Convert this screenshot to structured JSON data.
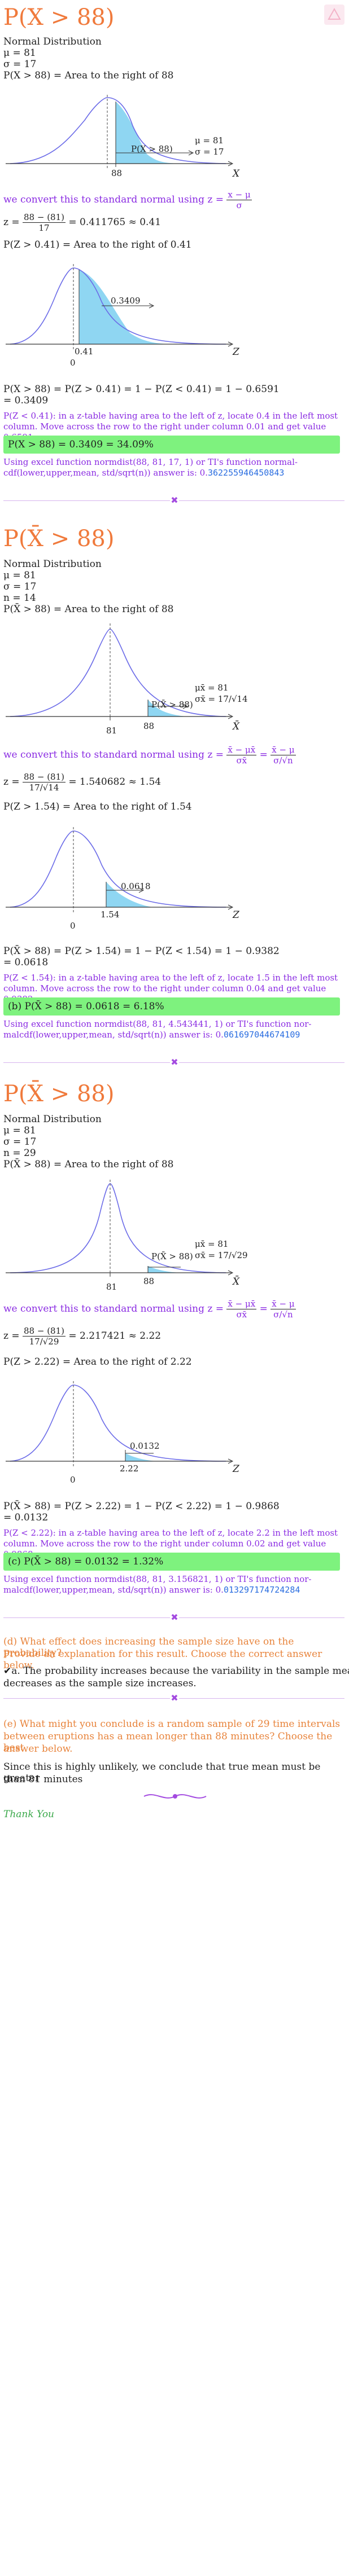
{
  "part_a": {
    "title": "P(X > 88)",
    "dist_label": "Normal Distribution",
    "mu": "μ = 81",
    "sigma": "σ = 17",
    "stmt1": "P(X > 88) = Area to the right of 88",
    "graph1": {
      "shade_label": "P(X > 88)",
      "mu": "μ = 81",
      "sigma": "σ = 17",
      "tick": "88",
      "axis": "X"
    },
    "convert": "we convert this to standard normal using z =",
    "convert_num": "x − μ",
    "convert_den": "σ",
    "z_lhs": "z =",
    "z_num": "88 − (81)",
    "z_den": "17",
    "z_rhs": "= 0.411765 ≈ 0.41",
    "stmt2": "P(Z > 0.41) = Area to the right of 0.41",
    "graph2": {
      "shade_label": "0.3409",
      "tick": "0.41",
      "zero": "0",
      "axis": "Z"
    },
    "calc1": "P(X > 88) = P(Z > 0.41) = 1 − P(Z < 0.41) = 1 − 0.6591",
    "calc2": "= 0.3409",
    "note": "P(Z < 0.41): in a z-table having area to the left of z, locate 0.4 in the left most column. Move across the row to the right under column 0.01 and get value 0.6591",
    "answer": "P(X > 88) = 0.3409 = 34.09%",
    "excel1": "Using excel function normdist(88, 81, 17, 1) or TI's function normal-",
    "excel2": "cdf(lower,upper,mean, std/sqrt(n)) answer is: 0.",
    "excel_val": "362255946450843"
  },
  "part_b": {
    "title": "P(X̄ > 88)",
    "dist_label": "Normal Distribution",
    "mu": "μ = 81",
    "sigma": "σ = 17",
    "n": "n = 14",
    "stmt1": "P(X̄ > 88) = Area to the right of 88",
    "graph1": {
      "shade_label": "P(X̄ > 88)",
      "mu": "μx̄ = 81",
      "sigma": "σx̄ = 17/√14",
      "tick_mu": "81",
      "tick": "88",
      "axis": "X̄"
    },
    "convert": "we convert this to standard normal using z =",
    "convert_num1": "x̄ − μx̄",
    "convert_den1": "σx̄",
    "convert_num2": "x̄ − μ",
    "convert_den2": "σ/√n",
    "z_lhs": "z =",
    "z_num": "88 − (81)",
    "z_den": "17/√14",
    "z_rhs": "= 1.540682 ≈ 1.54",
    "stmt2": "P(Z > 1.54) = Area to the right of 1.54",
    "graph2": {
      "shade_label": "0.0618",
      "tick": "1.54",
      "zero": "0",
      "axis": "Z"
    },
    "calc1": "P(X̄ > 88) = P(Z > 1.54) = 1 − P(Z < 1.54) = 1 − 0.9382",
    "calc2": "= 0.0618",
    "note": "P(Z < 1.54): in a z-table having area to the left of z, locate 1.5 in the left most column. Move across the row to the right under column 0.04 and get value 0.9382",
    "answer": "(b) P(X̄ > 88) = 0.0618 = 6.18%",
    "excel1": "Using excel function normdist(88, 81, 4.543441, 1) or TI's function nor-",
    "excel2": "malcdf(lower,upper,mean, std/sqrt(n)) answer is: 0.",
    "excel_val": "061697044674109"
  },
  "part_c": {
    "title": "P(X̄ > 88)",
    "dist_label": "Normal Distribution",
    "mu": "μ = 81",
    "sigma": "σ = 17",
    "n": "n = 29",
    "stmt1": "P(X̄ > 88) = Area to the right of 88",
    "graph1": {
      "shade_label": "P(X̄ > 88)",
      "mu": "μx̄ = 81",
      "sigma": "σx̄ = 17/√29",
      "tick_mu": "81",
      "tick": "88",
      "axis": "X̄"
    },
    "convert": "we convert this to standard normal using z =",
    "convert_num1": "x̄ − μx̄",
    "convert_den1": "σx̄",
    "convert_num2": "x̄ − μ",
    "convert_den2": "σ/√n",
    "z_lhs": "z =",
    "z_num": "88 − (81)",
    "z_den": "17/√29",
    "z_rhs": "= 2.217421 ≈ 2.22",
    "stmt2": "P(Z > 2.22) = Area to the right of 2.22",
    "graph2": {
      "shade_label": "0.0132",
      "tick": "2.22",
      "zero": "0",
      "axis": "Z"
    },
    "calc1": "P(X̄ > 88) = P(Z > 2.22) = 1 − P(Z < 2.22) = 1 − 0.9868",
    "calc2": "= 0.0132",
    "note": "P(Z < 2.22): in a z-table having area to the left of z, locate 2.2 in the left most column. Move across the row to the right under column 0.02 and get value 0.9868",
    "answer": "(c) P(X̄ > 88) = 0.0132 = 1.32%",
    "excel1": "Using excel function normdist(88, 81, 3.156821, 1) or TI's function nor-",
    "excel2": "malcdf(lower,upper,mean, std/sqrt(n)) answer is: 0.",
    "excel_val": "013297174724284"
  },
  "part_d": {
    "q1": "(d) What effect does increasing the sample size have on the probability?",
    "q2": "Provide an explanation for this result.  Choose the correct answer below.",
    "a1": "a. The probability increases because the variability in the sample mean",
    "a2": "decreases as the sample size increases."
  },
  "part_e": {
    "q1": "(e) What might you conclude is a random sample of 29 time intervals",
    "q2": "between eruptions has a mean longer than 88 minutes?  Choose the best",
    "q3": "answer below.",
    "a1": "Since this is highly unlikely, we conclude that true mean must be greater",
    "a2": "than 81 minutes"
  },
  "footer": {
    "thanks": "Thank You"
  }
}
